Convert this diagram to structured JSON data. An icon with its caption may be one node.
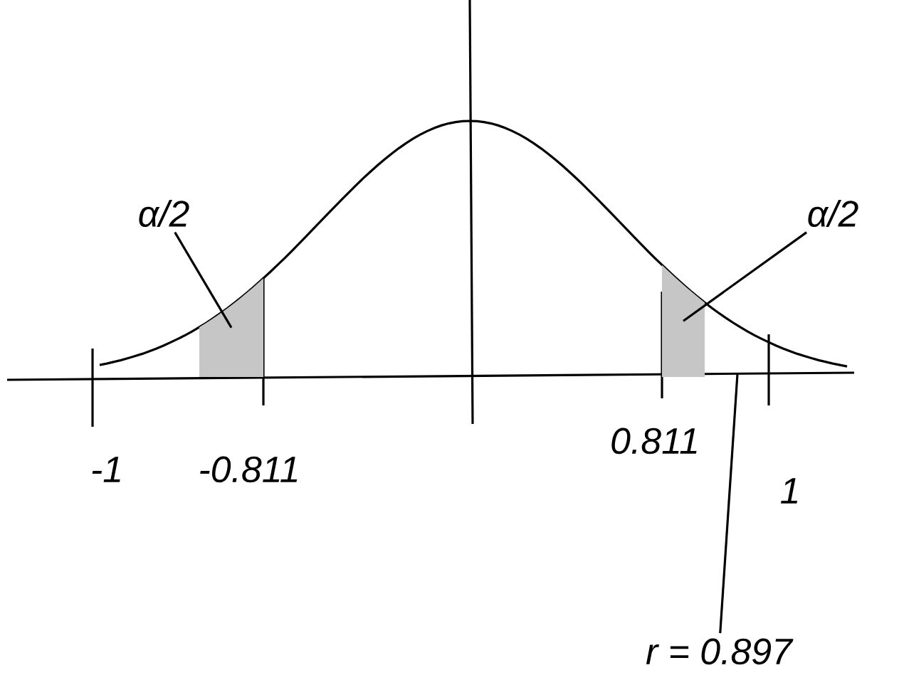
{
  "diagram": {
    "nodes": [
      {
        "text": [
          "α/2"
        ]
      },
      {
        "text": [
          "α/2"
        ]
      },
      {
        "text": [
          "r = 0.897"
        ]
      },
      {
        "text": [],
        "shape": "area"
      },
      {
        "text": [],
        "shape": "area"
      }
    ],
    "edges": [
      {
        "from": 0,
        "to": 3,
        "arrow": "none"
      },
      {
        "from": 1,
        "to": 4,
        "arrow": "none"
      },
      {
        "from": 2,
        "to": null,
        "arrow": "none"
      }
    ],
    "labels": [
      "-1",
      "-0.811",
      "0.811",
      "1"
    ]
  }
}
